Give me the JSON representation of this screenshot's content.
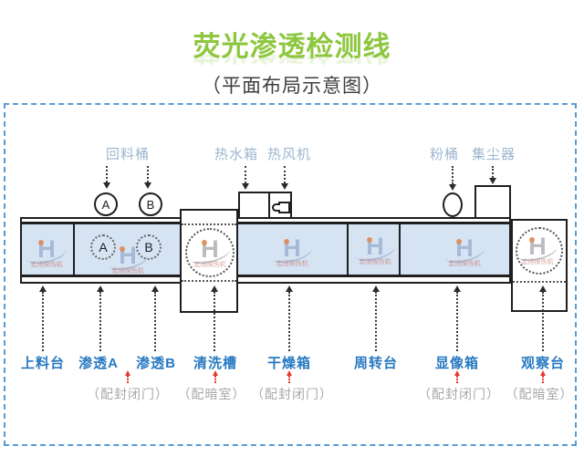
{
  "header": {
    "title": "荧光渗透检测线",
    "subtitle": "（平面布局示意图）"
  },
  "top_labels": {
    "recycle_bucket": "回料桶",
    "hot_water_tank": "热水箱",
    "hot_air_blower": "热风机",
    "powder_bucket": "粉桶",
    "dust_collector": "集尘器"
  },
  "markers": {
    "bucket_a": "A",
    "bucket_b": "B",
    "penetrant_a": "A",
    "penetrant_b": "B"
  },
  "stations": [
    {
      "label": "上料台"
    },
    {
      "label": "渗透A"
    },
    {
      "label": "渗透B"
    },
    {
      "label": "清洗槽"
    },
    {
      "label": "干燥箱"
    },
    {
      "label": "周转台"
    },
    {
      "label": "显像箱"
    },
    {
      "label": "观察台"
    }
  ],
  "notes": [
    {
      "text": "（配封闭门）",
      "applies_to": "渗透A/渗透B"
    },
    {
      "text": "（配暗室）",
      "applies_to": "清洗槽"
    },
    {
      "text": "（配封闭门）",
      "applies_to": "干燥箱"
    },
    {
      "text": "（配封闭门）",
      "applies_to": "显像箱"
    },
    {
      "text": "（配暗室）",
      "applies_to": "观察台"
    }
  ],
  "watermark": {
    "letter": "H",
    "text": "宏旭探伤机"
  },
  "colors": {
    "title_green": "#8dc63f",
    "station_label_blue": "#2779c1",
    "top_label_blue": "#9cb6d0",
    "note_gray": "#a8a8a8",
    "arrow_red": "#e8392e",
    "panel_fill": "#d5e3f2",
    "frame_dashed_blue": "#5b9bd5"
  }
}
